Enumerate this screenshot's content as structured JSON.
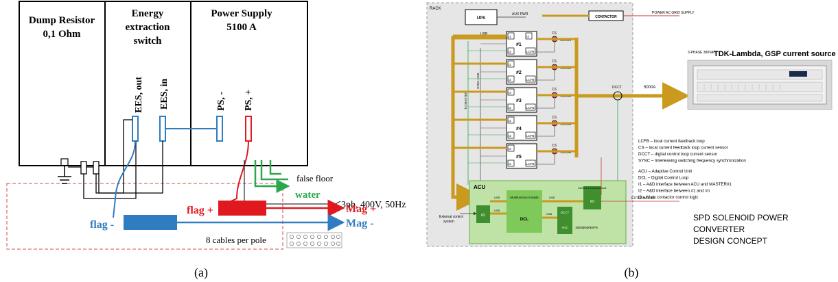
{
  "panel_a": {
    "dump_resistor": {
      "line1": "Dump Resistor",
      "line2": "0,1 Ohm"
    },
    "energy_switch": {
      "line1": "Energy",
      "line2": "extraction",
      "line3": "switch"
    },
    "power_supply": {
      "line1": "Power Supply",
      "line2": "5100 A"
    },
    "terminals": {
      "ees_out": "EES, out",
      "ees_in": "EES, in",
      "ps_minus": "PS, -",
      "ps_plus": "PS, +"
    },
    "false_floor": "false floor",
    "water": "water",
    "mains": "3ph, 400V, 50Hz",
    "flag_plus": "flag +",
    "flag_minus": "flag -",
    "mag_plus": "Mag +",
    "mag_minus": "Mag -",
    "cables": "8 cables per pole",
    "caption": "(a)",
    "colors": {
      "blue": "#2f7cc0",
      "red": "#e0191e",
      "green": "#2aa84a",
      "dashed": "#e07070"
    }
  },
  "panel_b": {
    "rack": "RACK",
    "ups": "UPS",
    "aux_pwr": "AUX PWR",
    "contactor": "CONTACTOR",
    "power_ac": "POWER AC GRID SUPPLY",
    "usb": "USB",
    "phase": "3-PHASE 380VAC",
    "tdk": "TDK-Lambda, GSP current source",
    "modules": [
      "#1",
      "#2",
      "#3",
      "#4",
      "#5"
    ],
    "cs": "CS",
    "current": "1000A",
    "lcfb": "LCFB",
    "i1": "I1",
    "i2": "I2",
    "i3": "I3",
    "dcct": "DCCT",
    "out_current": "5000A",
    "master": "TO MASTER",
    "sync": "SYNC LINE",
    "legend1": [
      "LCFB – local current feedback loop",
      "CS – local current feedback loop current sensor",
      "DCCT – digital control loop current sensor",
      "SYNC – Interleaving switching frequency synchronization"
    ],
    "legend2": [
      "ACU – Adaptive Control Unit",
      "DCL – Digital Control Loop",
      "I1 – A&D interface between ACU and MASTER#1",
      "I2 – A&D interface between #1 and #n",
      "I3 – Main contactor control logic"
    ],
    "acu": "ACU",
    "multifunction": "Multifunction module",
    "dcl": "DCL",
    "interlock": "Interlock & Control Module",
    "io": "I/O",
    "i_o_small": "I/O",
    "external_io": "EXTERNAL I/O",
    "external_ctrl1": "External control",
    "external_ctrl2": "system",
    "adc": "ADC",
    "adc_spec": "16bit@600kSPS",
    "concept": [
      "SPD SOLENOID POWER",
      "CONVERTER",
      "DESIGN CONCEPT"
    ],
    "caption": "(b)",
    "colors": {
      "gold": "#c99a1e",
      "green": "#7fc95a",
      "dark_green": "#3f8f2f",
      "rack_bg": "#e6e6e6",
      "red": "#c0392b"
    }
  }
}
